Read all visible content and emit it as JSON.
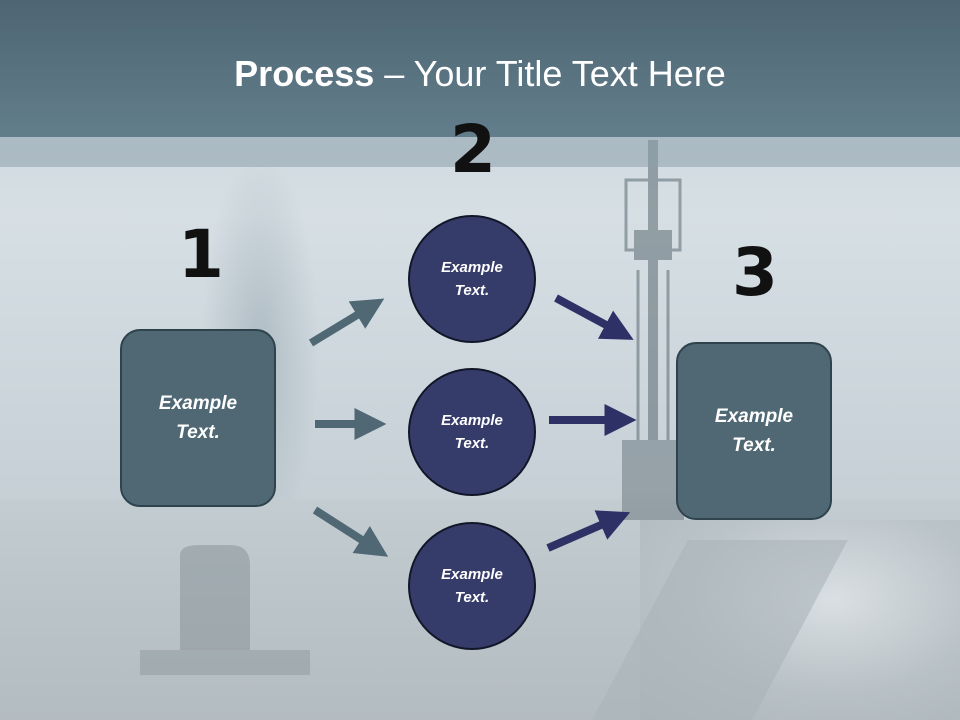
{
  "slide": {
    "title_bold": "Process",
    "title_rest": " – Your Title Text Here"
  },
  "steps": [
    {
      "number": "1",
      "text": "Example\nText."
    },
    {
      "number": "2",
      "nodes": [
        {
          "text": "Example\nText."
        },
        {
          "text": "Example\nText."
        },
        {
          "text": "Example\nText."
        }
      ]
    },
    {
      "number": "3",
      "text": "Example\nText."
    }
  ],
  "colors": {
    "title_bar": "#587381",
    "box_fill": "#4f6874",
    "circle_fill": "#363c6a",
    "arrow_left": "#4f6874",
    "arrow_right": "#2e3165"
  }
}
